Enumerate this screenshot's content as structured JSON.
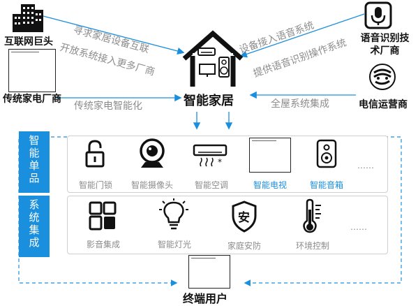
{
  "hub": {
    "title": "智能家居",
    "end_user": "终端用户"
  },
  "sources": {
    "internet": "互联网巨头",
    "appliance": "传统家电厂商",
    "voice": "语音识别技术厂商",
    "telecom": "电信运营商"
  },
  "flows": {
    "seek_interconnect": "寻求家居设备互联",
    "open_system": "开放系统接入更多厂商",
    "appliance_smart": "传统家电智能化",
    "voice_access": "设备接入语音系统",
    "voice_control": "提供语音识别操作系统",
    "whole_house": "全屋系统集成"
  },
  "bands": {
    "single": [
      "智",
      "能",
      "单",
      "品"
    ],
    "system": [
      "系",
      "统",
      "集",
      "成"
    ]
  },
  "single_items": [
    {
      "label": "智能门锁",
      "highlight": false
    },
    {
      "label": "智能摄像头",
      "highlight": false
    },
    {
      "label": "智能空调",
      "highlight": false
    },
    {
      "label": "智能电视",
      "highlight": true
    },
    {
      "label": "智能音箱",
      "highlight": true
    }
  ],
  "system_items": [
    {
      "label": "影音集成"
    },
    {
      "label": "智能灯光"
    },
    {
      "label": "家庭安防"
    },
    {
      "label": "环境控制"
    }
  ],
  "ellipsis": "……",
  "colors": {
    "accent": "#1a8fde",
    "gray": "#8c8c8c",
    "dark": "#222222"
  }
}
